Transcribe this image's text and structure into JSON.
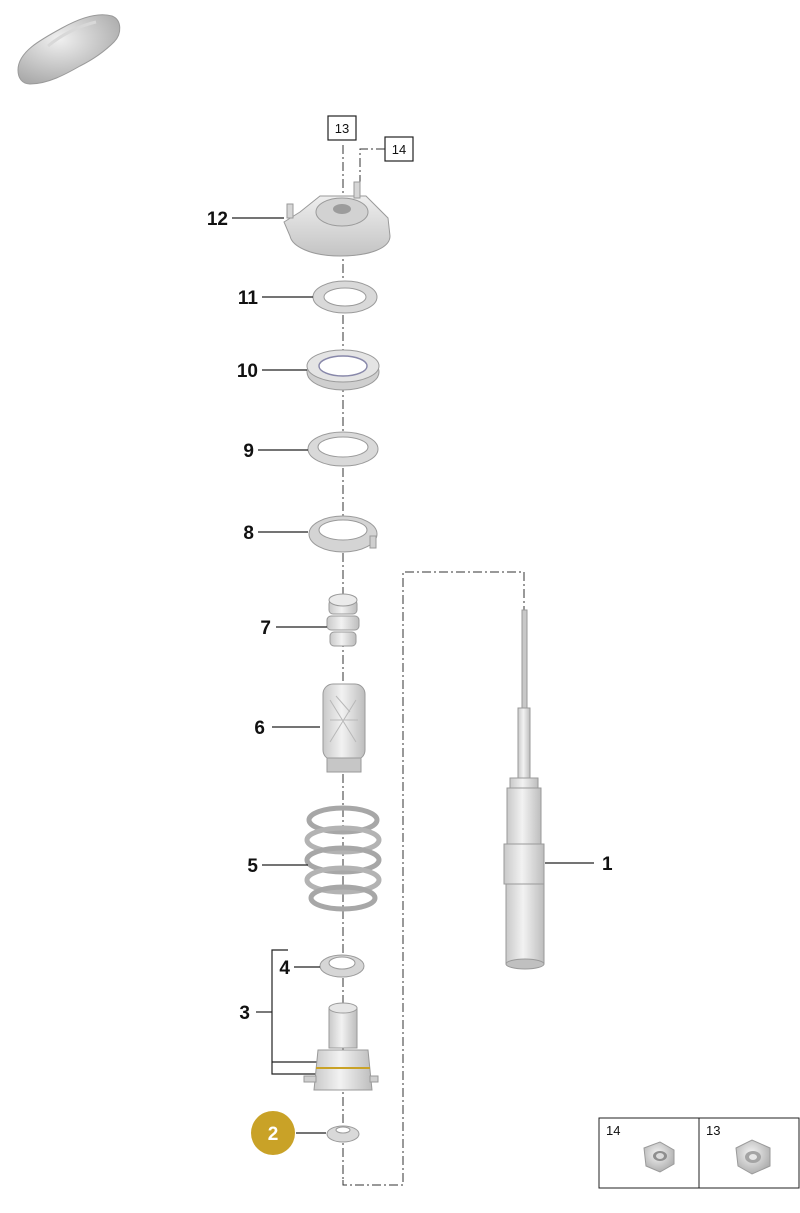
{
  "callouts": {
    "c1": "1",
    "c2": "2",
    "c3": "3",
    "c4": "4",
    "c5": "5",
    "c6": "6",
    "c7": "7",
    "c8": "8",
    "c9": "9",
    "c10": "10",
    "c11": "11",
    "c12": "12",
    "c13": "13",
    "c14": "14"
  },
  "legend": {
    "left_label": "14",
    "right_label": "13"
  },
  "highlight_color": "#c9a227",
  "icons": [
    "car-silhouette-icon",
    "nut-icon"
  ]
}
